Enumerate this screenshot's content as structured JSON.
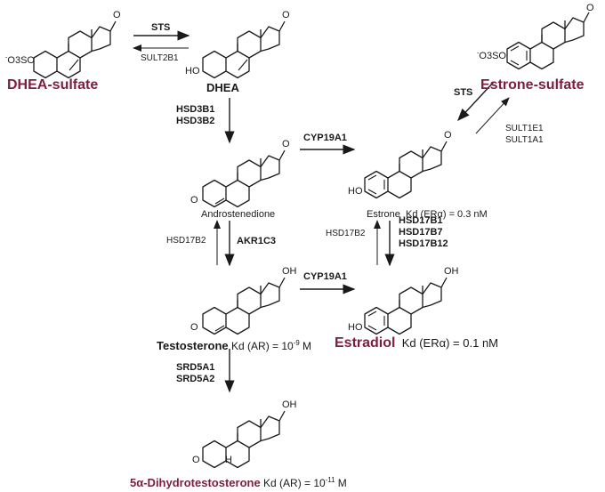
{
  "colors": {
    "highlight": "#7b1f3a",
    "ink": "#1a1a1a"
  },
  "compounds": {
    "dhea_sulfate": "DHEA-sulfate",
    "dhea": "DHEA",
    "estrone_sulfate": "Estrone-sulfate",
    "androstenedione": "Androstenedione",
    "estrone": "Estrone",
    "estrone_kd": "Kd (ERα) = 0.3 nM",
    "testosterone": "Testosterone",
    "testosterone_kd_prefix": "Kd (AR) = 10",
    "testosterone_kd_exp": "-9",
    "testosterone_kd_unit": "M",
    "estradiol": "Estradiol",
    "estradiol_kd": "Kd (ERα) = 0.1 nM",
    "dht": "5α-Dihydrotestosterone",
    "dht_kd_prefix": "Kd (AR) = 10",
    "dht_kd_exp": "-11",
    "dht_kd_unit": "M"
  },
  "enzymes": {
    "sts_left": "STS",
    "sult2b1": "SULT2B1",
    "hsd3b1": "HSD3B1",
    "hsd3b2": "HSD3B2",
    "cyp19a1_top": "CYP19A1",
    "sts_right": "STS",
    "sult1e1": "SULT1E1",
    "sult1a1": "SULT1A1",
    "hsd17b2_left": "HSD17B2",
    "akr1c3": "AKR1C3",
    "hsd17b2_right": "HSD17B2",
    "hsd17b1": "HSD17B1",
    "hsd17b7": "HSD17B7",
    "hsd17b12": "HSD17B12",
    "cyp19a1_mid": "CYP19A1",
    "srd5a1": "SRD5A1",
    "srd5a2": "SRD5A2"
  },
  "atoms": {
    "oxygen": "O",
    "ho": "HO",
    "oh": "OH",
    "hydrogen": "H",
    "sulfonate": "O3SO",
    "sulfonate_charge": "-"
  }
}
